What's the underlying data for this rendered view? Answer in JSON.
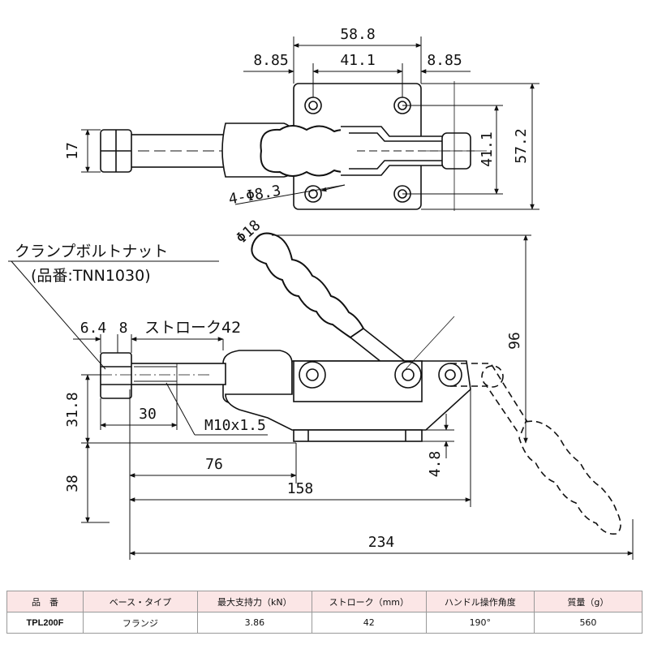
{
  "top_view": {
    "width_overall": "58.8",
    "hole_edge_left": "8.85",
    "hole_pitch_x": "41.1",
    "hole_edge_right": "8.85",
    "hex_size": "17",
    "hole_pitch_y": "41.1",
    "base_height": "57.2",
    "holes_label": "4-Φ8.3"
  },
  "side_view": {
    "grip_dia": "Φ18",
    "callout_name": "クランプボルトナット",
    "callout_part": "(品番:TNN1030)",
    "dim_nut": "6.4",
    "dim_nut2": "8",
    "stroke_label": "ストローク42",
    "dim_318": "31.8",
    "dim_30": "30",
    "thread_label": "M10x1.5",
    "dim_96": "96",
    "dim_48": "4.8",
    "dim_76": "76",
    "dim_38": "38",
    "dim_158": "158",
    "dim_234": "234"
  },
  "spec_table": {
    "headers": [
      "品　番",
      "ベース・タイプ",
      "最大支持力（kN）",
      "ストローク（mm）",
      "ハンドル操作角度",
      "質量（g）"
    ],
    "row": [
      "TPL200F",
      "フランジ",
      "3.86",
      "42",
      "190°",
      "560"
    ]
  }
}
